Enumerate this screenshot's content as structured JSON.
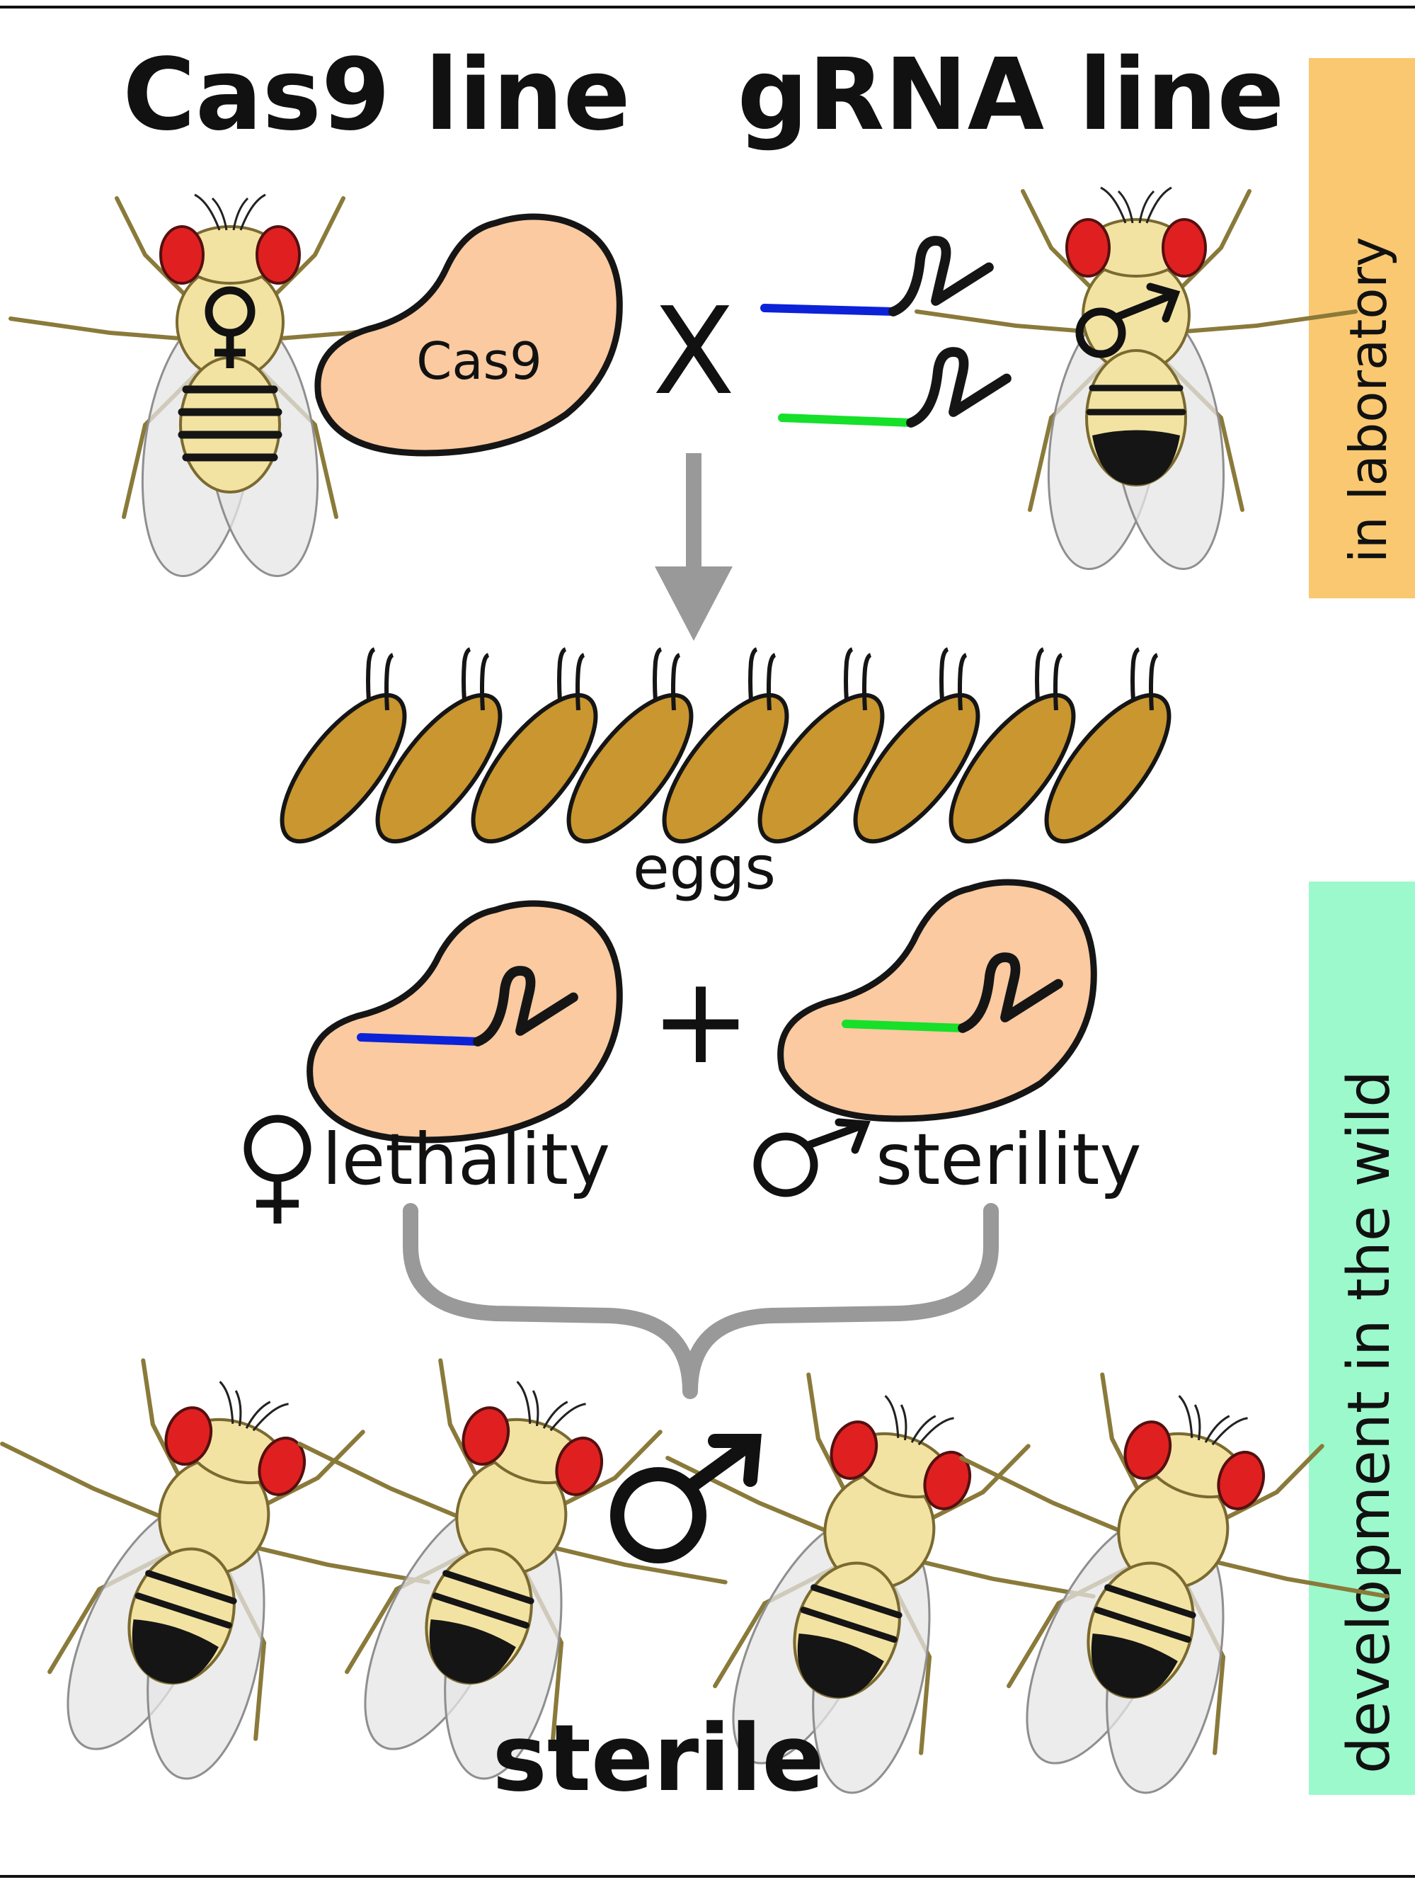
{
  "header": {
    "left_label": "Cas9 line",
    "right_label": "gRNA line"
  },
  "protein_label": "Cas9",
  "cross_symbol": "X",
  "plus_symbol": "+",
  "eggs_label": "eggs",
  "female_outcome_label": "lethality",
  "male_outcome_label": "sterility",
  "result_label": "sterile",
  "side_labels": {
    "top": "in laboratory",
    "bottom": "development in the wild"
  },
  "colors": {
    "lab_band": "#f9c871",
    "wild_band": "#9cf9cc",
    "cas9_fill": "#fbcaa0",
    "egg_fill": "#c9962f",
    "fly_body": "#f3e3a2",
    "fly_eye": "#e02020",
    "wing": "#e8e8e8",
    "grna_blue": "#0b22d8",
    "grna_green": "#16e02a",
    "arrow_gray": "#999999"
  },
  "symbols": {
    "female": "female-symbol",
    "male": "male-symbol"
  }
}
